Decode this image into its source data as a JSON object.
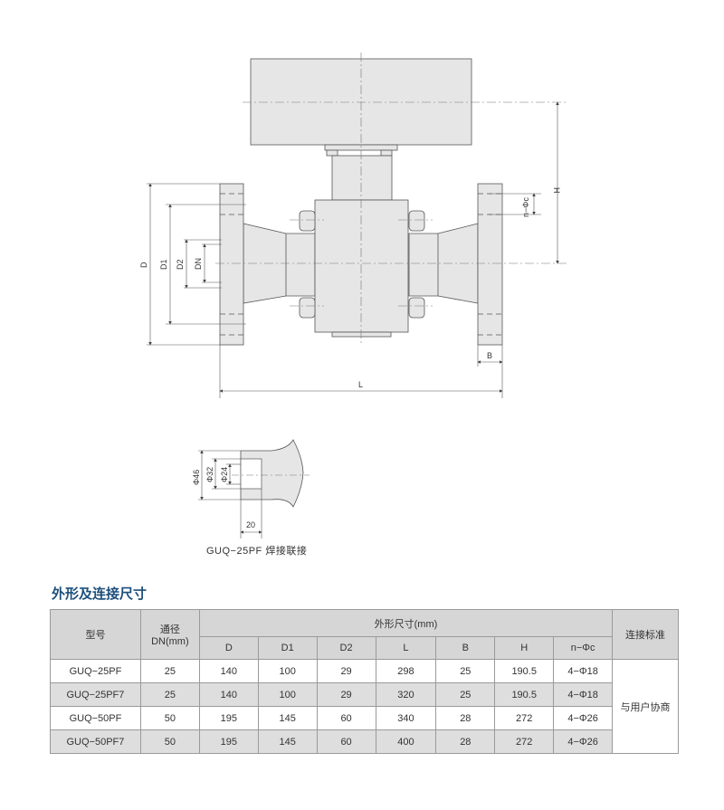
{
  "drawing": {
    "labels": {
      "D": "D",
      "D1": "D1",
      "D2": "D2",
      "DN": "DN",
      "H": "H",
      "nc": "n−Φc",
      "B": "B",
      "L": "L"
    },
    "detail": {
      "d46": "Φ46",
      "d32": "Φ32",
      "d24": "Φ24",
      "len": "20"
    },
    "caption": "GUQ−25PF  焊接联接"
  },
  "section_title": "外形及连接尺寸",
  "table": {
    "headers": {
      "model": "型号",
      "dn_line1": "通径",
      "dn_line2": "DN(mm)",
      "dims": "外形尺寸(mm)",
      "standard": "连接标准",
      "sub": [
        "D",
        "D1",
        "D2",
        "L",
        "B",
        "H",
        "n−Φc"
      ]
    },
    "rows": [
      [
        "GUQ−25PF",
        "25",
        "140",
        "100",
        "29",
        "298",
        "25",
        "190.5",
        "4−Φ18"
      ],
      [
        "GUQ−25PF7",
        "25",
        "140",
        "100",
        "29",
        "320",
        "25",
        "190.5",
        "4−Φ18"
      ],
      [
        "GUQ−50PF",
        "50",
        "195",
        "145",
        "60",
        "340",
        "28",
        "272",
        "4−Φ26"
      ],
      [
        "GUQ−50PF7",
        "50",
        "195",
        "145",
        "60",
        "400",
        "28",
        "272",
        "4−Φ26"
      ]
    ],
    "standard_value": "与用户协商"
  }
}
